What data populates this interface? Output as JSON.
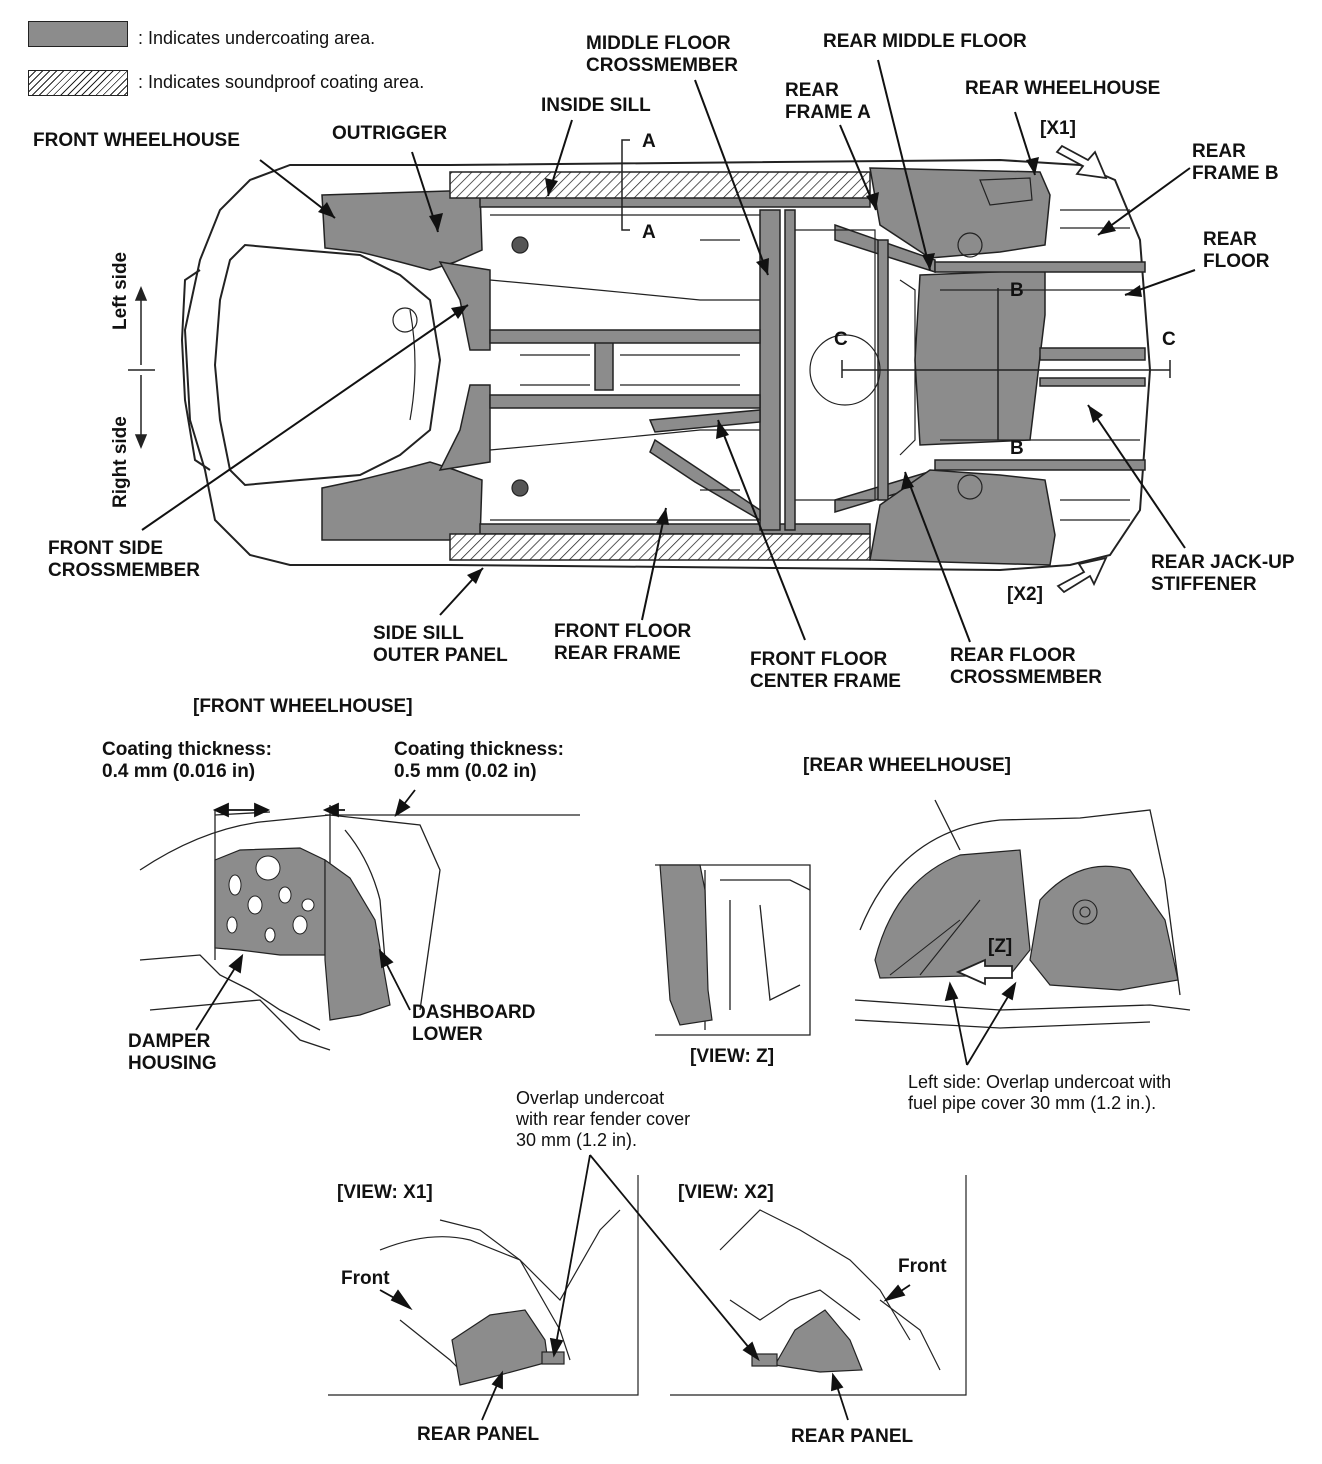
{
  "legend": {
    "undercoating": ": Indicates undercoating area.",
    "soundproof": ": Indicates soundproof coating area."
  },
  "colors": {
    "undercoat": "#8c8c8c",
    "line": "#222222",
    "background": "#ffffff"
  },
  "labels": {
    "middle_floor_crossmember": "MIDDLE FLOOR\nCROSSMEMBER",
    "rear_middle_floor": "REAR MIDDLE FLOOR",
    "rear_frame_a": "REAR\nFRAME A",
    "rear_wheelhouse": "REAR WHEELHOUSE",
    "inside_sill": "INSIDE SILL",
    "front_wheelhouse": "FRONT WHEELHOUSE",
    "outrigger": "OUTRIGGER",
    "x1": "[X1]",
    "rear_frame_b": "REAR\nFRAME B",
    "rear_floor": "REAR\nFLOOR",
    "section_a": "A",
    "section_b": "B",
    "section_c": "C",
    "left_side": "Left side",
    "right_side": "Right side",
    "front_side_crossmember": "FRONT SIDE\nCROSSMEMBER",
    "side_sill_outer_panel": "SIDE SILL\nOUTER PANEL",
    "front_floor_rear_frame": "FRONT FLOOR\nREAR FRAME",
    "front_floor_center_frame": "FRONT FLOOR\nCENTER FRAME",
    "rear_floor_crossmember": "REAR FLOOR\nCROSSMEMBER",
    "x2": "[X2]",
    "rear_jackup_stiffener": "REAR JACK-UP\nSTIFFENER"
  },
  "front_wheelhouse_detail": {
    "title": "[FRONT WHEELHOUSE]",
    "thickness_left": "Coating thickness:\n0.4 mm (0.016 in)",
    "thickness_right": "Coating thickness:\n0.5 mm (0.02 in)",
    "damper_housing": "DAMPER\nHOUSING",
    "dashboard_lower": "DASHBOARD\nLOWER"
  },
  "rear_wheelhouse_detail": {
    "title": "[REAR WHEELHOUSE]",
    "view_z": "[VIEW: Z]",
    "z_marker": "[Z]",
    "note": "Left side: Overlap undercoat with\nfuel pipe cover 30 mm (1.2 in.)."
  },
  "rear_panel_detail": {
    "note": "Overlap undercoat\nwith rear fender cover\n30 mm (1.2 in).",
    "view_x1": "[VIEW: X1]",
    "view_x2": "[VIEW: X2]",
    "front_x1": "Front",
    "front_x2": "Front",
    "rear_panel_x1": "REAR PANEL",
    "rear_panel_x2": "REAR PANEL"
  }
}
